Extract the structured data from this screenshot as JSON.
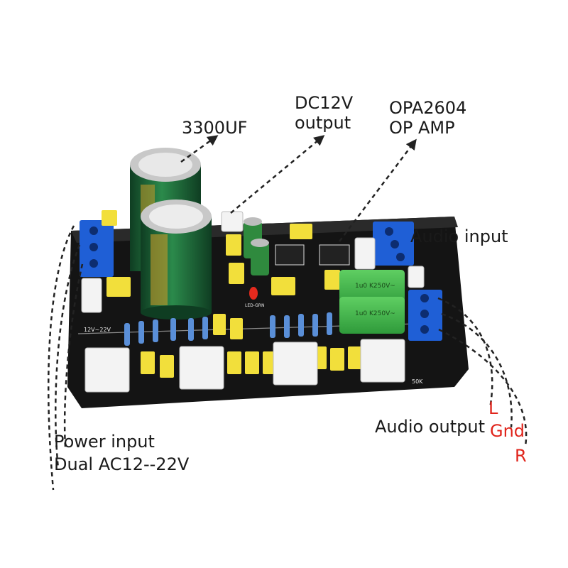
{
  "labels": {
    "cap": "3300UF",
    "dc_line1": "DC12V",
    "dc_line2": "output",
    "opa_line1": "OPA2604",
    "opa_line2": "OP AMP",
    "audio_in": "Audio input",
    "audio_out": "Audio output",
    "pin_l": "L",
    "pin_gnd": "Gnd",
    "pin_r": "R",
    "power_line1": "Power input",
    "power_line2": "Dual AC12--22V"
  },
  "board_text": {
    "voltage": "12V~22V",
    "film_cap": "1u0 K250V~",
    "pot": "50K",
    "led": "LED-GRN"
  },
  "colors": {
    "pcb": "#1c1c1c",
    "terminal": "#1f5fd6",
    "cap_body": "#1e6b3a",
    "film_cap": "#3fae4a",
    "ceramic_cap": "#f2df3b",
    "label_red": "#e0241b"
  }
}
